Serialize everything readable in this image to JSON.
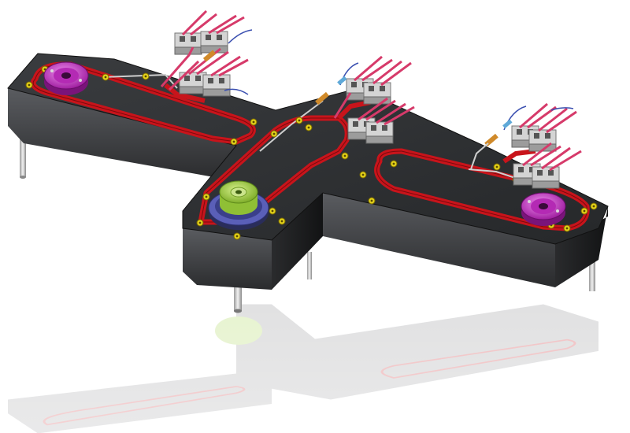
{
  "scene": {
    "colors": {
      "background": "#ffffff",
      "body_top": "#2d2f31",
      "body_side": "#4b4d50",
      "body_side_dark": "#1c1d1f",
      "heater_channel": "#c8141b",
      "heater_channel_edge": "#7a0a0e",
      "screw_head": "#e4d21a",
      "nozzle_bushing_magenta": "#cc33cc",
      "sprue_bushing_green": "#a6d24a",
      "locating_ring_blue": "#5a5fb8",
      "terminal_block": "#c9c9c9",
      "lead_wire": "#d63a6a",
      "thermocouple_wire": "#3a4fb0",
      "thermocouple_sleeve": "#d08a2a",
      "reflection_opacity": 0.28
    },
    "parts": {
      "manifold_body": "t-shaped-hot-runner-manifold",
      "nozzle_bushings": 2,
      "sprue_bushing": 1,
      "terminal_groups": 3,
      "support_pins": 4
    }
  }
}
